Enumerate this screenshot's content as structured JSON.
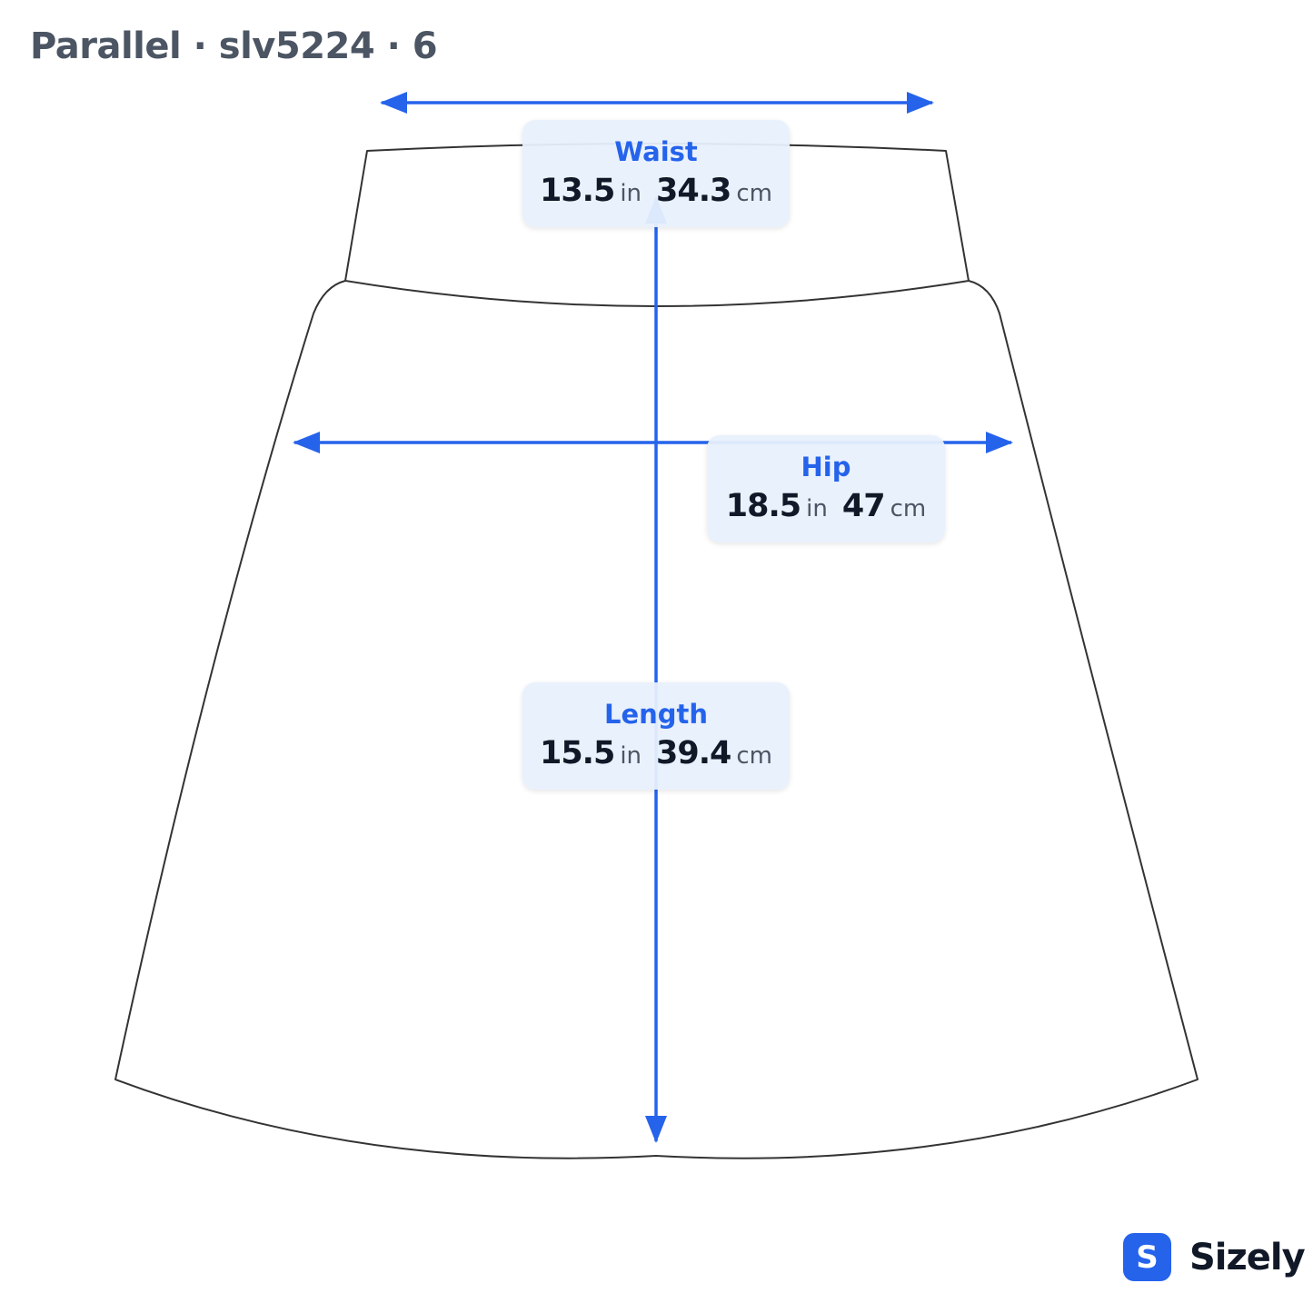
{
  "header": {
    "title": "Parallel · slv5224 · 6"
  },
  "colors": {
    "accent": "#2563eb",
    "outline": "#333333",
    "card_bg": "#e8f0fd"
  },
  "measurements": {
    "waist": {
      "label": "Waist",
      "in": "13.5",
      "in_unit": "in",
      "cm": "34.3",
      "cm_unit": "cm"
    },
    "hip": {
      "label": "Hip",
      "in": "18.5",
      "in_unit": "in",
      "cm": "47",
      "cm_unit": "cm"
    },
    "length": {
      "label": "Length",
      "in": "15.5",
      "in_unit": "in",
      "cm": "39.4",
      "cm_unit": "cm"
    }
  },
  "brand": {
    "badge": "S",
    "name": "Sizely"
  }
}
